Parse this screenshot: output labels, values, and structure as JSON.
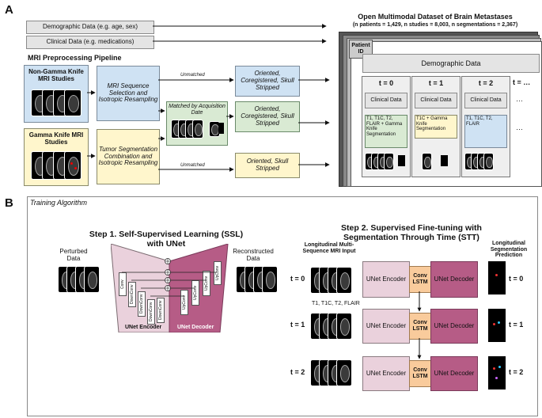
{
  "panel_a": {
    "letter": "A",
    "demographic_input": "Demographic Data (e.g. age, sex)",
    "clinical_input": "Clinical Data (e.g. medications)",
    "pipeline_title": "MRI Preprocessing Pipeline",
    "non_gk_studies": "Non-Gamma Knife MRI Studies",
    "gk_studies": "Gamma Knife MRI Studies",
    "sequence_selection": "MRI Sequence Selection and Isotropic Resampling",
    "tumor_segmentation": "Tumor Segmentation Combination and Isotropic Resampling",
    "unmatched_top": "Unmatched",
    "unmatched_bottom": "Unmatched",
    "matched": "Matched by Acquisition Date",
    "out_top": "Oriented, Coregistered, Skull Stripped",
    "out_middle": "Oriented, Coregistered, Skull Stripped",
    "out_bottom": "Oriented, Skull Stripped",
    "dataset_title": "Open Multimodal Dataset of Brain Metastases",
    "dataset_stats": "(n patients = 1,429, n studies = 8,003, n segmentations = 2,367)",
    "patient_id": "Patient ID",
    "demographic_data": "Demographic Data",
    "timepoints": [
      {
        "label": "t = 0",
        "clinical": "Clinical Data",
        "mri": "T1, T1C, T2, FLAIR + Gamma Knife Segmentation"
      },
      {
        "label": "t = 1",
        "clinical": "Clinical Data",
        "mri": "T1C + Gamma Knife Segmentation"
      },
      {
        "label": "t = 2",
        "clinical": "Clinical Data",
        "mri": "T1, T1C, T2, FLAIR"
      }
    ],
    "t_more": "t = …",
    "ellipsis1": "…",
    "ellipsis2": "…"
  },
  "panel_b": {
    "letter": "B",
    "frame_title": "Training Algorithm",
    "step1_title": "Step 1. Self-Supervised Learning (SSL) with UNet",
    "perturbed": "Perturbed Data",
    "reconstructed": "Reconstructed Data",
    "encoder_label": "UNet Encoder",
    "decoder_label": "UNet Decoder",
    "blocks_down": [
      "Conv",
      "DownConv",
      "DownConv",
      "DownConv",
      "DownConv"
    ],
    "blocks_up": [
      "UpConv",
      "UpConv",
      "UpConv",
      "UpConv"
    ],
    "step2_title": "Step 2. Supervised Fine-tuning with Segmentation Through Time (STT)",
    "input_label": "Longitudinal Multi-Sequence MRI Input",
    "seq_label": "T1, T1C, T2, FLAIR",
    "pred_label": "Longitudinal Segmentation Prediction",
    "rows": [
      {
        "t": "t = 0",
        "t_right": "t = 0",
        "encoder": "UNet Encoder",
        "lstm": "Conv LSTM",
        "decoder": "UNet Decoder"
      },
      {
        "t": "t = 1",
        "t_right": "t = 1",
        "encoder": "UNet Encoder",
        "lstm": "Conv LSTM",
        "decoder": "UNet Decoder"
      },
      {
        "t": "t = 2",
        "t_right": "t = 2",
        "encoder": "UNet Encoder",
        "lstm": "Conv LSTM",
        "decoder": "UNet Decoder"
      }
    ]
  }
}
